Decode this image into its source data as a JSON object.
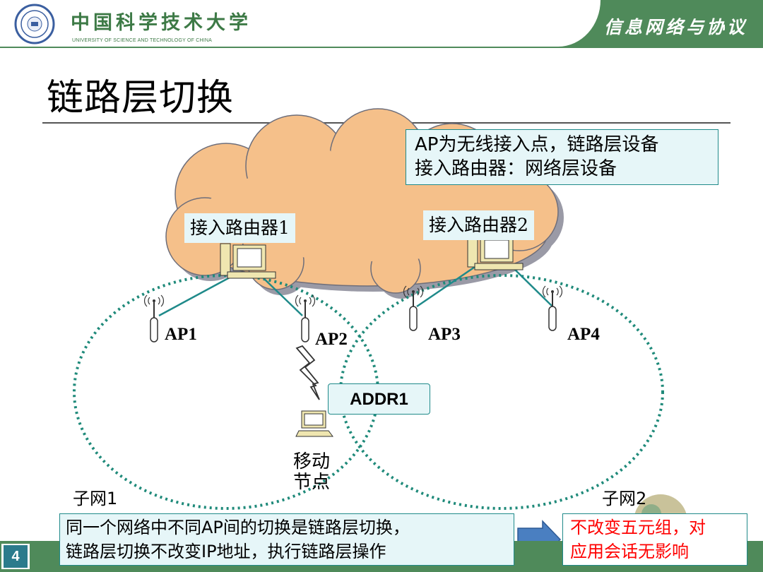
{
  "header": {
    "university_cn": "中国科学技术大学",
    "university_en": "UNIVERSITY OF SCIENCE AND TECHNOLOGY OF CHINA",
    "course": "信息网络与协议"
  },
  "slide": {
    "title": "链路层切换",
    "page_number": "4"
  },
  "diagram": {
    "note_top_line1": "AP为无线接入点，链路层设备",
    "note_top_line2": "接入路由器：网络层设备",
    "router1_label": "接入路由器1",
    "router2_label": "接入路由器2",
    "ap1": "AP1",
    "ap2": "AP2",
    "ap3": "AP3",
    "ap4": "AP4",
    "address_label": "ADDR1",
    "mobile_node_label": "移动节点",
    "subnet1": "子网1",
    "subnet2": "子网2"
  },
  "notes": {
    "bottom_left_line1": "同一个网络中不同AP间的切换是链路层切换，",
    "bottom_left_line2": "链路层切换不改变IP地址，执行链路层操作",
    "bottom_right_line1": "不改变五元组，对",
    "bottom_right_line2": "应用会话无影响"
  },
  "colors": {
    "header_green": "#4f8a5a",
    "cloud_fill": "#f5c08a",
    "link_teal": "#1f8a8a",
    "subnet_dotted": "#1f8a7a",
    "emphasis_red": "#ff0000",
    "arrow_blue": "#4a7fc1"
  },
  "icons": [
    "university-seal-icon",
    "router-computer-icon",
    "antenna-icon",
    "lightning-icon",
    "laptop-icon",
    "right-arrow-icon"
  ]
}
